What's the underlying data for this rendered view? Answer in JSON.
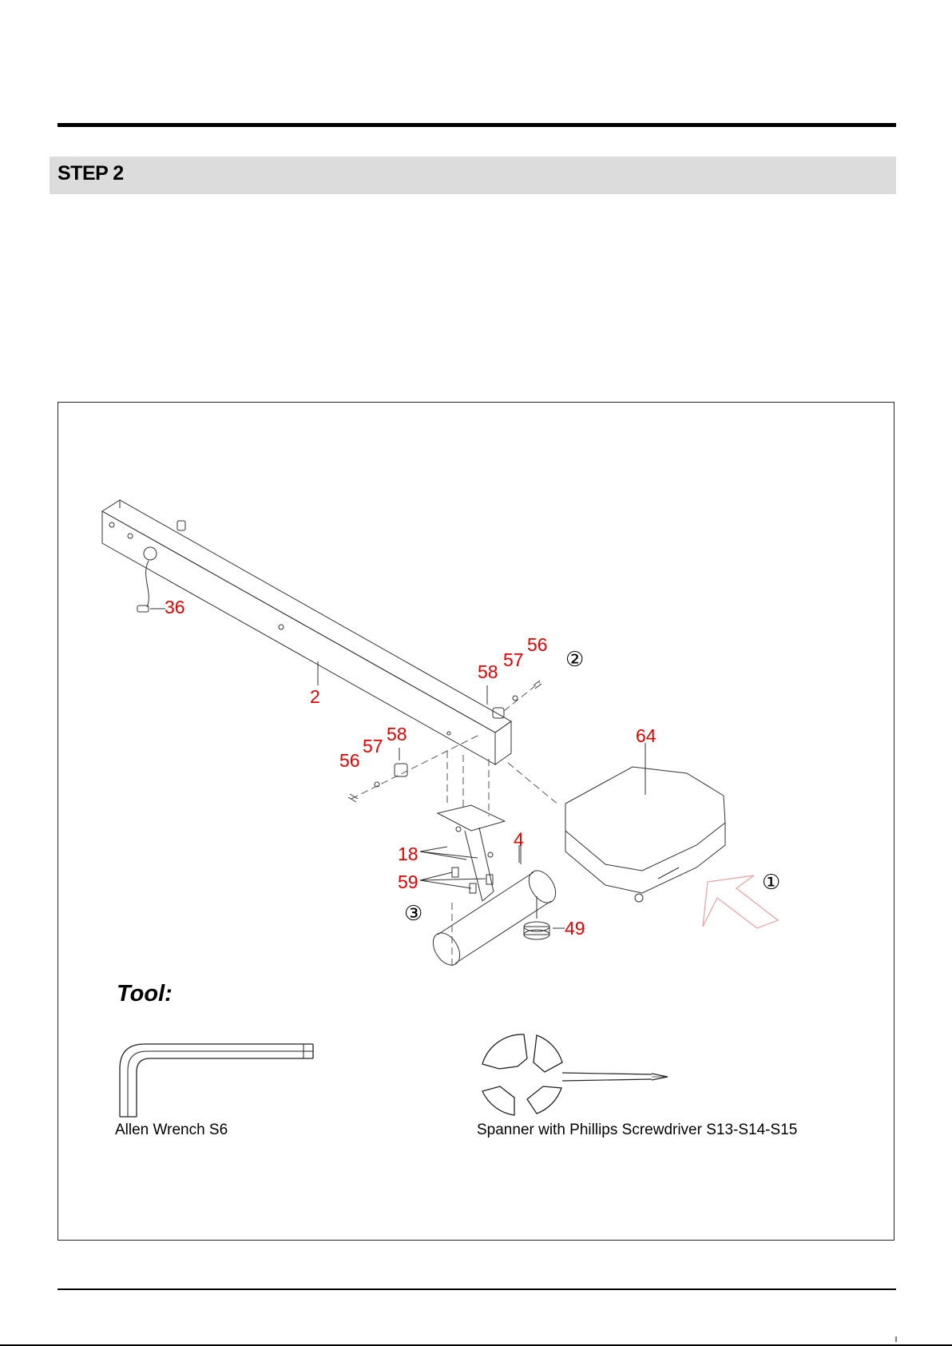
{
  "step": {
    "title": "STEP 2"
  },
  "callouts": {
    "c36": "36",
    "c2": "2",
    "c58a": "58",
    "c57a": "57",
    "c56a": "56",
    "c58b": "58",
    "c57b": "57",
    "c56b": "56",
    "c64": "64",
    "c4": "4",
    "c18": "18",
    "c59": "59",
    "c49": "49"
  },
  "sequence": {
    "s1": "①",
    "s2": "②",
    "s3": "③"
  },
  "tools": {
    "heading": "Tool:",
    "allen_wrench": "Allen Wrench S6",
    "spanner": "Spanner with Phillips Screwdriver S13-S14-S15"
  },
  "colors": {
    "callout": "#e10000",
    "header_bar": "#dcdcdc",
    "arrow": "#e8a0a0"
  }
}
